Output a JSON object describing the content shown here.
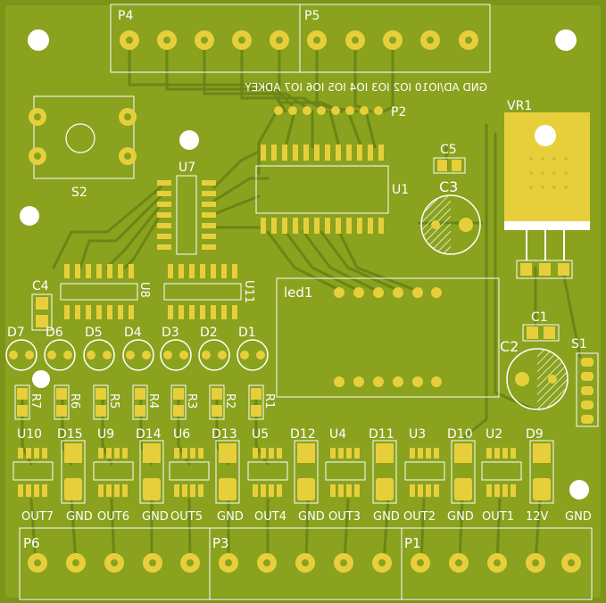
{
  "colors": {
    "board": "#8a9e1c",
    "copper": "#7f9a1a",
    "trace": "#5f7a14",
    "pad": "#e7cf3c",
    "silk": "#ffffff",
    "hole": "#ffffff"
  },
  "connectors": {
    "p4": {
      "ref": "P4"
    },
    "p5": {
      "ref": "P5"
    },
    "p2": {
      "ref": "P2"
    },
    "p6": {
      "ref": "P6"
    },
    "p3": {
      "ref": "P3"
    },
    "p1": {
      "ref": "P1"
    },
    "top_pin_labels": "GND AD/IO10 IO2 IO3 IO4 IO5 IO6 IO7 ADKEY",
    "bottom_pin_labels": [
      "OUT7",
      "GND",
      "OUT6",
      "GND",
      "OUT5",
      "GND",
      "OUT4",
      "GND",
      "OUT3",
      "GND",
      "OUT2",
      "GND",
      "OUT1",
      "12V",
      "GND"
    ]
  },
  "components": {
    "u7": "U7",
    "u1": "U1",
    "u8": "U8",
    "u11": "U11",
    "s2": "S2",
    "s1": "S1",
    "vr1": "VR1",
    "c1": "C1",
    "c2": "C2",
    "c3": "C3",
    "c4": "C4",
    "c5": "C5",
    "led": "led1",
    "leds": [
      "D7",
      "D6",
      "D5",
      "D4",
      "D3",
      "D2",
      "D1"
    ],
    "resistors": [
      "R7",
      "R6",
      "R5",
      "R4",
      "R3",
      "R2",
      "R1"
    ],
    "drivers": [
      "U10",
      "U9",
      "U6",
      "U5",
      "U4",
      "U3",
      "U2"
    ],
    "diodes": [
      "D15",
      "D14",
      "D13",
      "D12",
      "D11",
      "D10",
      "D9"
    ]
  }
}
